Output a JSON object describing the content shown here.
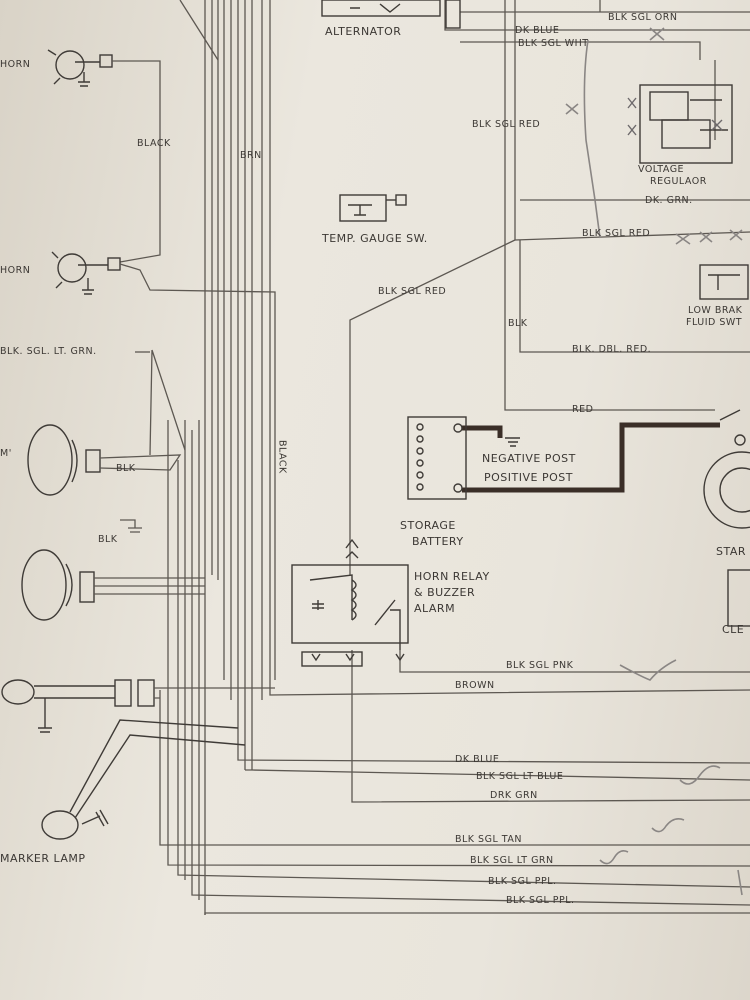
{
  "labels": {
    "alternator": "ALTERNATOR",
    "blk_sgl_orn": "BLK SGL ORN",
    "dk_blue_top": "DK BLUE",
    "blk_sgl_wht": "BLK SGL WHT",
    "blk_sgl_red_1": "BLK SGL RED",
    "voltage_regulator_1": "VOLTAGE",
    "voltage_regulator_2": "REGULAOR",
    "dk_grn": "DK. GRN.",
    "blk_sgl_red_2": "BLK SGL RED",
    "temp_gauge_sw": "TEMP. GAUGE SW.",
    "blk_sgl_red_3": "BLK SGL RED",
    "low_brake_1": "LOW BRAK",
    "low_brake_2": "FLUID SWT",
    "blk": "BLK",
    "blk_dbl_red": "BLK. DBL. RED.",
    "horn_top": "HORN",
    "black_horn": "BLACK",
    "horn_bottom": "HORN",
    "brn": "BRN",
    "blk_sgl_lt_grn_left": "BLK. SGL. LT. GRN.",
    "lamp_m": "M'",
    "blk_left_1": "BLK",
    "blk_left_2": "BLK",
    "black_vertical": "BLACK",
    "red": "RED",
    "negative_post": "NEGATIVE POST",
    "positive_post": "POSITIVE POST",
    "storage_battery_1": "STORAGE",
    "storage_battery_2": "BATTERY",
    "star": "STAR",
    "cle": "CLE",
    "horn_relay_1": "HORN RELAY",
    "horn_relay_2": "& BUZZER",
    "horn_relay_3": "ALARM",
    "blk_sgl_pnk": "BLK SGL PNK",
    "brown": "BROWN",
    "dk_blue_bottom": "DK BLUE",
    "blk_sgl_lt_blue": "BLK SGL LT BLUE",
    "drk_grn": "DRK GRN",
    "blk_sgl_tan": "BLK SGL TAN",
    "blk_sgl_lt_grn_bottom": "BLK SGL LT GRN",
    "blk_sgl_ppl_1": "BLK SGL PPL.",
    "blk_sgl_ppl_2": "BLK SGL PPL.",
    "marker_lamp": "MARKER LAMP"
  }
}
